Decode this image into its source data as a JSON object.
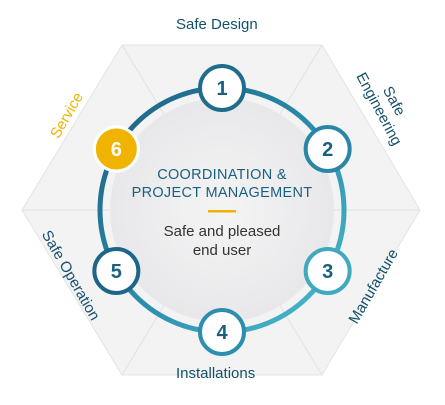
{
  "diagram": {
    "center": {
      "title_line1": "COORDINATION &",
      "title_line2": "PROJECT MANAGEMENT",
      "subtitle_line1": "Safe and pleased",
      "subtitle_line2": "end user"
    },
    "steps": [
      {
        "number": "1",
        "label": "Safe Design",
        "active": false
      },
      {
        "number": "2",
        "label_line1": "Safe",
        "label_line2": "Engineering",
        "active": false
      },
      {
        "number": "3",
        "label": "Manufacture",
        "active": false
      },
      {
        "number": "4",
        "label": "Installations",
        "active": false
      },
      {
        "number": "5",
        "label": "Safe Operation",
        "active": false
      },
      {
        "number": "6",
        "label": "Service",
        "active": true
      }
    ],
    "colors": {
      "ring_dark": "#1b5f80",
      "ring_light": "#4fbfcf",
      "active": "#f0b400",
      "text_dark": "#14506e",
      "hexagon": "#eeeeef"
    }
  }
}
